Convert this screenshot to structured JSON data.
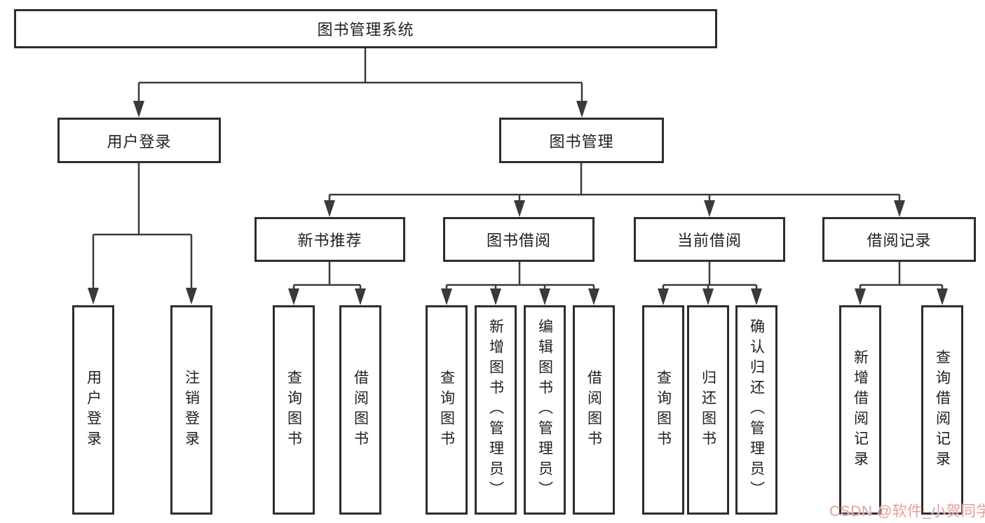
{
  "diagram": {
    "root": {
      "label": "图书管理系统"
    },
    "branches": [
      {
        "label": "用户登录",
        "children": [
          {
            "label": "用户登录"
          },
          {
            "label": "注销登录"
          }
        ]
      },
      {
        "label": "图书管理",
        "children": [
          {
            "label": "新书推荐",
            "children": [
              {
                "label": "查询图书"
              },
              {
                "label": "借阅图书"
              }
            ]
          },
          {
            "label": "图书借阅",
            "children": [
              {
                "label": "查询图书"
              },
              {
                "label": "新增图书（管理员）"
              },
              {
                "label": "编辑图书（管理员）"
              },
              {
                "label": "借阅图书"
              }
            ]
          },
          {
            "label": "当前借阅",
            "children": [
              {
                "label": "查询图书"
              },
              {
                "label": "归还图书"
              },
              {
                "label": "确认归还（管理员）"
              }
            ]
          },
          {
            "label": "借阅记录",
            "children": [
              {
                "label": "新增借阅记录"
              },
              {
                "label": "查询借阅记录"
              }
            ]
          }
        ]
      }
    ]
  },
  "watermark": {
    "text": "CSDN @软件_小贺同学"
  },
  "colors": {
    "line": "#3a3a3a",
    "box_border": "#2d2d2d",
    "background": "#ffffff",
    "text": "#1f1f1f",
    "watermark": "#e59c9c"
  }
}
